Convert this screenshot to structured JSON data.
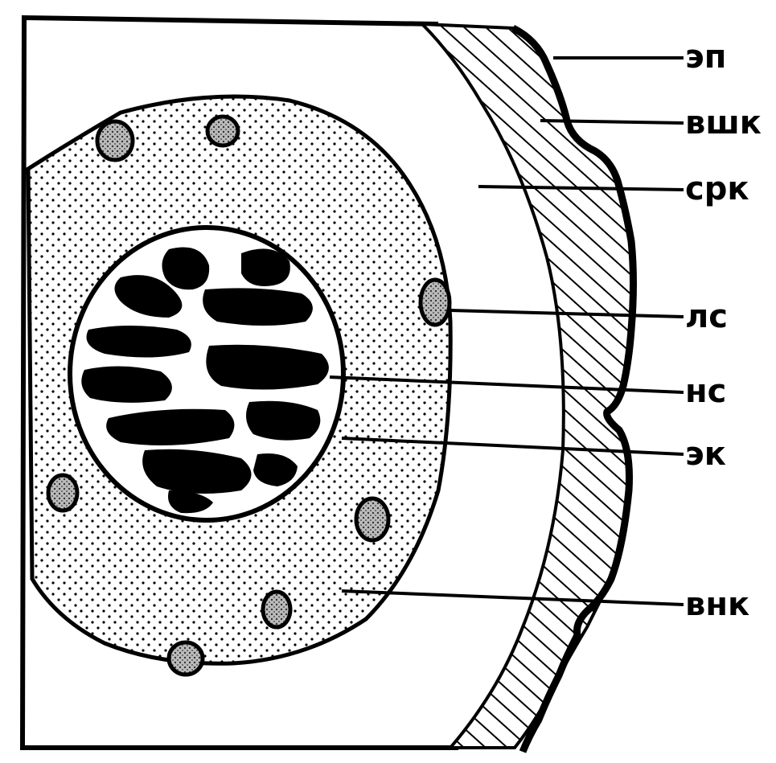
{
  "figure": {
    "labels": {
      "ep": "эп",
      "vshk": "вшк",
      "srk": "срк",
      "ls": "лс",
      "ns": "нс",
      "ek": "эк",
      "vnk": "внк"
    }
  },
  "colors": {
    "ink": "#000000",
    "paper": "#ffffff"
  }
}
